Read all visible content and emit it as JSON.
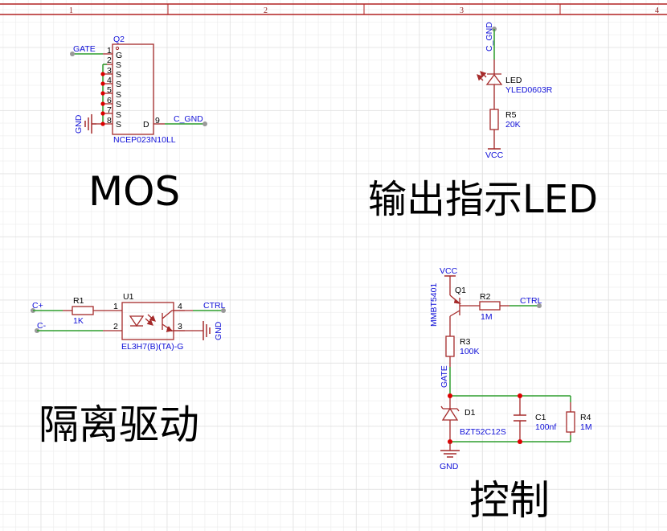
{
  "sheet": {
    "border_color": "#b22222",
    "wire_color": "#2e9e2e",
    "symbol_color": "#a52a2a",
    "label_color": "#1010d8",
    "junction_color": "#dd0000",
    "zones": [
      "1",
      "2",
      "3",
      "4"
    ]
  },
  "sections": {
    "mos": "MOS",
    "led": "输出指示LED",
    "isolation": "隔离驱动",
    "control": "控制"
  },
  "mos_block": {
    "designator": "Q2",
    "part": "NCEP023N10LL",
    "net_gate": "GATE",
    "net_drain": "C_GND",
    "net_gnd": "GND",
    "pins": [
      {
        "num": "1",
        "name": "G"
      },
      {
        "num": "2",
        "name": "S"
      },
      {
        "num": "3",
        "name": "S"
      },
      {
        "num": "4",
        "name": "S"
      },
      {
        "num": "5",
        "name": "S"
      },
      {
        "num": "6",
        "name": "S"
      },
      {
        "num": "7",
        "name": "S"
      },
      {
        "num": "8",
        "name": "S"
      },
      {
        "num": "9",
        "name": "D"
      }
    ]
  },
  "led_block": {
    "net_top": "C_GND",
    "led_designator": "LED",
    "led_part": "YLED0603R",
    "res_designator": "R5",
    "res_value": "20K",
    "net_bottom": "VCC"
  },
  "iso_block": {
    "net_cplus": "C+",
    "net_cminus": "C-",
    "r_designator": "R1",
    "r_value": "1K",
    "u_designator": "U1",
    "u_part": "EL3H7(B)(TA)-G",
    "pin1": "1",
    "pin2": "2",
    "pin3": "3",
    "pin4": "4",
    "net_ctrl": "CTRL",
    "net_gnd": "GND"
  },
  "ctrl_block": {
    "net_vcc": "VCC",
    "q_designator": "Q1",
    "q_part": "MMBT5401",
    "r2_designator": "R2",
    "r2_value": "1M",
    "net_ctrl": "CTRL",
    "r3_designator": "R3",
    "r3_value": "100K",
    "net_gate": "GATE",
    "d_designator": "D1",
    "d_part": "BZT52C12S",
    "c_designator": "C1",
    "c_value": "100nf",
    "r4_designator": "R4",
    "r4_value": "1M",
    "net_gnd": "GND"
  }
}
